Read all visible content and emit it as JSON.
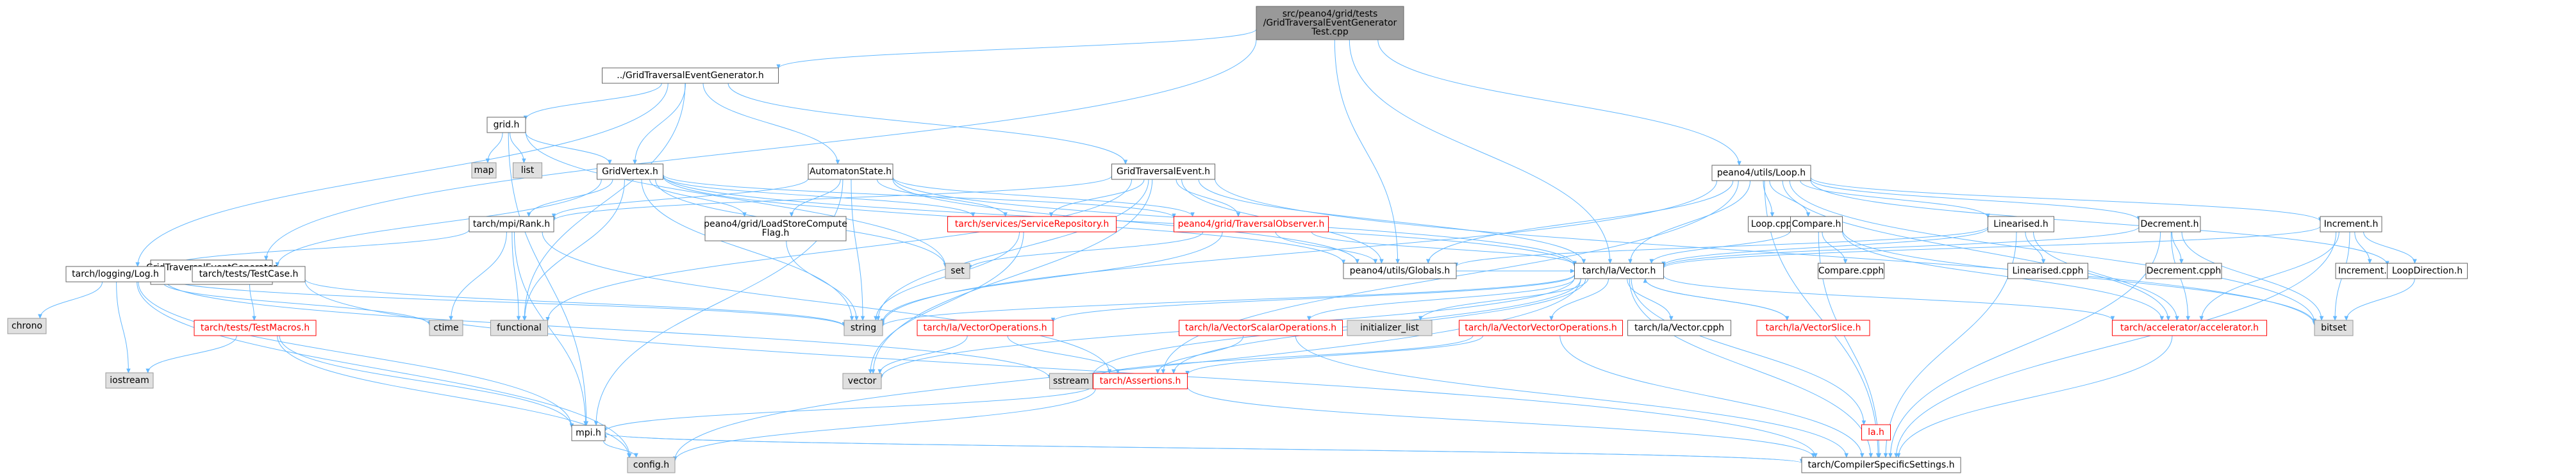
{
  "colors": {
    "edge": "#63b8ff",
    "root_fill": "#999999",
    "node_fill": "#ffffff",
    "node_border": "#666666",
    "red_border": "#ff0000",
    "ext_fill": "#e0e0e0",
    "ext_border": "#999999"
  },
  "nodes": [
    {
      "id": "root",
      "lines": [
        "src/peano4/grid/tests",
        "/GridTraversalEventGenerator",
        "Test.cpp"
      ],
      "kind": "root"
    },
    {
      "id": "gteg_h",
      "lines": [
        "../GridTraversalEventGenerator.h"
      ],
      "kind": "normal"
    },
    {
      "id": "gtegtest_h",
      "lines": [
        "GridTraversalEventGenerator",
        "Test.h"
      ],
      "kind": "normal"
    },
    {
      "id": "loop_h",
      "lines": [
        "peano4/utils/Loop.h"
      ],
      "kind": "normal"
    },
    {
      "id": "grid_h",
      "lines": [
        "grid.h"
      ],
      "kind": "normal"
    },
    {
      "id": "map",
      "lines": [
        "map"
      ],
      "kind": "ext"
    },
    {
      "id": "list",
      "lines": [
        "list"
      ],
      "kind": "ext"
    },
    {
      "id": "gridvertex_h",
      "lines": [
        "GridVertex.h"
      ],
      "kind": "normal"
    },
    {
      "id": "automaton_h",
      "lines": [
        "AutomatonState.h"
      ],
      "kind": "normal"
    },
    {
      "id": "gte_h",
      "lines": [
        "GridTraversalEvent.h"
      ],
      "kind": "normal"
    },
    {
      "id": "rank_h",
      "lines": [
        "tarch/mpi/Rank.h"
      ],
      "kind": "normal"
    },
    {
      "id": "lsc_h",
      "lines": [
        "peano4/grid/LoadStoreCompute",
        "Flag.h"
      ],
      "kind": "normal"
    },
    {
      "id": "servrepo_h",
      "lines": [
        "tarch/services/ServiceRepository.h"
      ],
      "kind": "red"
    },
    {
      "id": "travobs_h",
      "lines": [
        "peano4/grid/TraversalObserver.h"
      ],
      "kind": "red"
    },
    {
      "id": "log_h",
      "lines": [
        "tarch/logging/Log.h"
      ],
      "kind": "normal"
    },
    {
      "id": "testcase_h",
      "lines": [
        "tarch/tests/TestCase.h"
      ],
      "kind": "normal"
    },
    {
      "id": "set",
      "lines": [
        "set"
      ],
      "kind": "ext"
    },
    {
      "id": "globals_h",
      "lines": [
        "peano4/utils/Globals.h"
      ],
      "kind": "normal"
    },
    {
      "id": "vector_h",
      "lines": [
        "tarch/la/Vector.h"
      ],
      "kind": "normal"
    },
    {
      "id": "chrono",
      "lines": [
        "chrono"
      ],
      "kind": "ext"
    },
    {
      "id": "ctime",
      "lines": [
        "ctime"
      ],
      "kind": "ext"
    },
    {
      "id": "functional",
      "lines": [
        "functional"
      ],
      "kind": "ext"
    },
    {
      "id": "testmacros_h",
      "lines": [
        "tarch/tests/TestMacros.h"
      ],
      "kind": "red"
    },
    {
      "id": "iostream",
      "lines": [
        "iostream"
      ],
      "kind": "ext"
    },
    {
      "id": "string",
      "lines": [
        "string"
      ],
      "kind": "ext"
    },
    {
      "id": "vecops_h",
      "lines": [
        "tarch/la/VectorOperations.h"
      ],
      "kind": "red"
    },
    {
      "id": "vecscalar_h",
      "lines": [
        "tarch/la/VectorScalarOperations.h"
      ],
      "kind": "red"
    },
    {
      "id": "initlist",
      "lines": [
        "initializer_list"
      ],
      "kind": "ext"
    },
    {
      "id": "vecvec_h",
      "lines": [
        "tarch/la/VectorVectorOperations.h"
      ],
      "kind": "red"
    },
    {
      "id": "vector_cpph",
      "lines": [
        "tarch/la/Vector.cpph"
      ],
      "kind": "normal"
    },
    {
      "id": "vecslice_h",
      "lines": [
        "tarch/la/VectorSlice.h"
      ],
      "kind": "red"
    },
    {
      "id": "vector",
      "lines": [
        "vector"
      ],
      "kind": "ext"
    },
    {
      "id": "sstream",
      "lines": [
        "sstream"
      ],
      "kind": "ext"
    },
    {
      "id": "assertions_h",
      "lines": [
        "tarch/Assertions.h"
      ],
      "kind": "red"
    },
    {
      "id": "mpi_h",
      "lines": [
        "mpi.h"
      ],
      "kind": "normal"
    },
    {
      "id": "config_h",
      "lines": [
        "config.h"
      ],
      "kind": "ext"
    },
    {
      "id": "la_h",
      "lines": [
        "la.h"
      ],
      "kind": "red"
    },
    {
      "id": "css_h",
      "lines": [
        "tarch/CompilerSpecificSettings.h"
      ],
      "kind": "normal"
    },
    {
      "id": "loop_cpph",
      "lines": [
        "Loop.cpph"
      ],
      "kind": "normal"
    },
    {
      "id": "compare_h",
      "lines": [
        "Compare.h"
      ],
      "kind": "normal"
    },
    {
      "id": "compare_cpph",
      "lines": [
        "Compare.cpph"
      ],
      "kind": "normal"
    },
    {
      "id": "linearised_h",
      "lines": [
        "Linearised.h"
      ],
      "kind": "normal"
    },
    {
      "id": "linearised_cpph",
      "lines": [
        "Linearised.cpph"
      ],
      "kind": "normal"
    },
    {
      "id": "decrement_h",
      "lines": [
        "Decrement.h"
      ],
      "kind": "normal"
    },
    {
      "id": "decrement_cpph",
      "lines": [
        "Decrement.cpph"
      ],
      "kind": "normal"
    },
    {
      "id": "increment_h",
      "lines": [
        "Increment.h"
      ],
      "kind": "normal"
    },
    {
      "id": "increment_cpph",
      "lines": [
        "Increment.cpph"
      ],
      "kind": "normal"
    },
    {
      "id": "loopdir_h",
      "lines": [
        "LoopDirection.h"
      ],
      "kind": "normal"
    },
    {
      "id": "bitset",
      "lines": [
        "bitset"
      ],
      "kind": "ext"
    },
    {
      "id": "accel_h",
      "lines": [
        "tarch/accelerator/accelerator.h"
      ],
      "kind": "red"
    }
  ],
  "edges": [
    [
      "root",
      "gteg_h"
    ],
    [
      "root",
      "gtegtest_h"
    ],
    [
      "root",
      "loop_h"
    ],
    [
      "root",
      "globals_h"
    ],
    [
      "root",
      "vector_h"
    ],
    [
      "gteg_h",
      "grid_h"
    ],
    [
      "gteg_h",
      "gridvertex_h"
    ],
    [
      "gteg_h",
      "automaton_h"
    ],
    [
      "gteg_h",
      "gte_h"
    ],
    [
      "gteg_h",
      "log_h"
    ],
    [
      "gteg_h",
      "functional"
    ],
    [
      "gtegtest_h",
      "log_h"
    ],
    [
      "gtegtest_h",
      "testcase_h"
    ],
    [
      "grid_h",
      "map"
    ],
    [
      "grid_h",
      "list"
    ],
    [
      "grid_h",
      "gridvertex_h"
    ],
    [
      "grid_h",
      "set"
    ],
    [
      "grid_h",
      "mpi_h"
    ],
    [
      "gridvertex_h",
      "rank_h"
    ],
    [
      "gridvertex_h",
      "lsc_h"
    ],
    [
      "gridvertex_h",
      "servrepo_h"
    ],
    [
      "gridvertex_h",
      "travobs_h"
    ],
    [
      "gridvertex_h",
      "globals_h"
    ],
    [
      "gridvertex_h",
      "vector_h"
    ],
    [
      "gridvertex_h",
      "string"
    ],
    [
      "gridvertex_h",
      "testcase_h"
    ],
    [
      "gridvertex_h",
      "functional"
    ],
    [
      "gridvertex_h",
      "set"
    ],
    [
      "automaton_h",
      "rank_h"
    ],
    [
      "automaton_h",
      "servrepo_h"
    ],
    [
      "automaton_h",
      "travobs_h"
    ],
    [
      "automaton_h",
      "globals_h"
    ],
    [
      "automaton_h",
      "vector_h"
    ],
    [
      "automaton_h",
      "string"
    ],
    [
      "automaton_h",
      "lsc_h"
    ],
    [
      "automaton_h",
      "mpi_h"
    ],
    [
      "gte_h",
      "rank_h"
    ],
    [
      "gte_h",
      "servrepo_h"
    ],
    [
      "gte_h",
      "travobs_h"
    ],
    [
      "gte_h",
      "globals_h"
    ],
    [
      "gte_h",
      "vector_h"
    ],
    [
      "gte_h",
      "string"
    ],
    [
      "gte_h",
      "functional"
    ],
    [
      "gte_h",
      "vector"
    ],
    [
      "gte_h",
      "bitset"
    ],
    [
      "rank_h",
      "log_h"
    ],
    [
      "rank_h",
      "functional"
    ],
    [
      "rank_h",
      "ctime"
    ],
    [
      "rank_h",
      "mpi_h"
    ],
    [
      "rank_h",
      "assertions_h"
    ],
    [
      "lsc_h",
      "string"
    ],
    [
      "servrepo_h",
      "string"
    ],
    [
      "servrepo_h",
      "vector"
    ],
    [
      "travobs_h",
      "vector_h"
    ],
    [
      "travobs_h",
      "set"
    ],
    [
      "travobs_h",
      "globals_h"
    ],
    [
      "travobs_h",
      "string"
    ],
    [
      "log_h",
      "chrono"
    ],
    [
      "log_h",
      "ctime"
    ],
    [
      "log_h",
      "iostream"
    ],
    [
      "log_h",
      "string"
    ],
    [
      "log_h",
      "mpi_h"
    ],
    [
      "log_h",
      "config_h"
    ],
    [
      "log_h",
      "sstream"
    ],
    [
      "testcase_h",
      "testmacros_h"
    ],
    [
      "testcase_h",
      "string"
    ],
    [
      "testcase_h",
      "css_h"
    ],
    [
      "testmacros_h",
      "iostream"
    ],
    [
      "testmacros_h",
      "mpi_h"
    ],
    [
      "testmacros_h",
      "config_h"
    ],
    [
      "vector_h",
      "string"
    ],
    [
      "vector_h",
      "vecops_h"
    ],
    [
      "vector_h",
      "vecscalar_h"
    ],
    [
      "vector_h",
      "initlist"
    ],
    [
      "vector_h",
      "vecvec_h"
    ],
    [
      "vector_h",
      "vector_cpph"
    ],
    [
      "vector_h",
      "vecslice_h"
    ],
    [
      "vector_h",
      "la_h"
    ],
    [
      "vector_h",
      "css_h"
    ],
    [
      "vector_h",
      "accel_h"
    ],
    [
      "vector_h",
      "assertions_h"
    ],
    [
      "vector_h",
      "config_h"
    ],
    [
      "vector_h",
      "vector"
    ],
    [
      "vector_h",
      "sstream"
    ],
    [
      "vecops_h",
      "vector"
    ],
    [
      "vecops_h",
      "assertions_h"
    ],
    [
      "vecscalar_h",
      "assertions_h"
    ],
    [
      "vecscalar_h",
      "css_h"
    ],
    [
      "vecvec_h",
      "sstream"
    ],
    [
      "vecvec_h",
      "assertions_h"
    ],
    [
      "vecvec_h",
      "css_h"
    ],
    [
      "vecslice_h",
      "vector_h"
    ],
    [
      "assertions_h",
      "mpi_h"
    ],
    [
      "assertions_h",
      "config_h"
    ],
    [
      "assertions_h",
      "css_h"
    ],
    [
      "mpi_h",
      "config_h"
    ],
    [
      "mpi_h",
      "css_h"
    ],
    [
      "css_h",
      "mpi_h"
    ],
    [
      "accel_h",
      "css_h"
    ],
    [
      "globals_h",
      "vector_h"
    ],
    [
      "loop_h",
      "globals_h"
    ],
    [
      "loop_h",
      "vector_h"
    ],
    [
      "loop_h",
      "loop_cpph"
    ],
    [
      "loop_h",
      "compare_h"
    ],
    [
      "loop_h",
      "linearised_h"
    ],
    [
      "loop_h",
      "decrement_h"
    ],
    [
      "loop_h",
      "increment_h"
    ],
    [
      "loop_h",
      "loopdir_h"
    ],
    [
      "loop_h",
      "bitset"
    ],
    [
      "loop_h",
      "accel_h"
    ],
    [
      "loop_h",
      "css_h"
    ],
    [
      "loop_h",
      "assertions_h"
    ],
    [
      "loop_h",
      "string"
    ],
    [
      "compare_h",
      "vector_h"
    ],
    [
      "compare_h",
      "compare_cpph"
    ],
    [
      "compare_h",
      "accel_h"
    ],
    [
      "compare_h",
      "bitset"
    ],
    [
      "compare_h",
      "css_h"
    ],
    [
      "linearised_h",
      "vector_h"
    ],
    [
      "linearised_h",
      "linearised_cpph"
    ],
    [
      "linearised_h",
      "accel_h"
    ],
    [
      "linearised_h",
      "css_h"
    ],
    [
      "linearised_h",
      "globals_h"
    ],
    [
      "decrement_h",
      "vector_h"
    ],
    [
      "decrement_h",
      "decrement_cpph"
    ],
    [
      "decrement_h",
      "bitset"
    ],
    [
      "decrement_h",
      "accel_h"
    ],
    [
      "decrement_h",
      "css_h"
    ],
    [
      "increment_h",
      "vector_h"
    ],
    [
      "increment_h",
      "increment_cpph"
    ],
    [
      "increment_h",
      "loopdir_h"
    ],
    [
      "increment_h",
      "bitset"
    ],
    [
      "increment_h",
      "accel_h"
    ],
    [
      "increment_h",
      "css_h"
    ],
    [
      "loopdir_h",
      "bitset"
    ]
  ]
}
